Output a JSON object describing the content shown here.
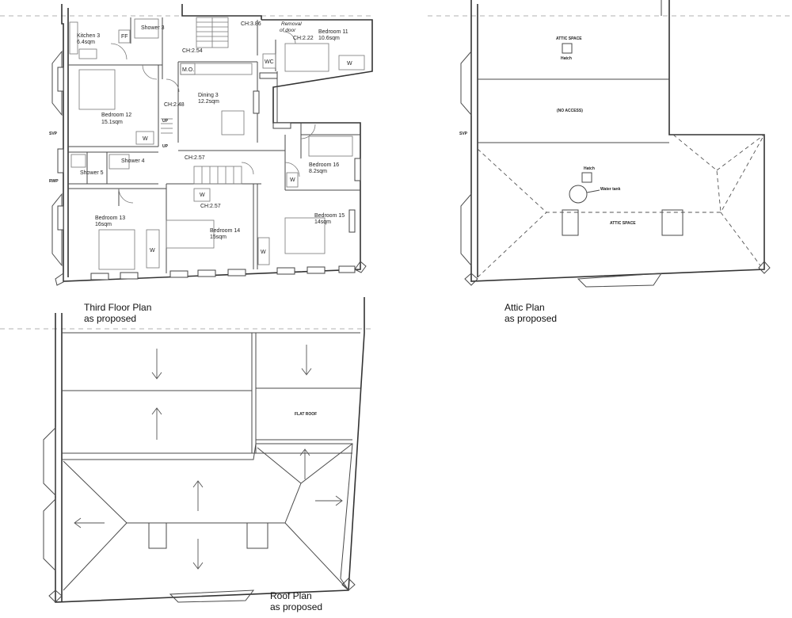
{
  "third_floor": {
    "title": "Third Floor Plan",
    "subtitle": "as proposed",
    "rooms": [
      {
        "name": "Kitchen 3",
        "area": "6.4sqm"
      },
      {
        "name": "Shower 3"
      },
      {
        "name": "Bedroom 11",
        "area": "10.6sqm"
      },
      {
        "name": "Bedroom 12",
        "area": "15.1sqm"
      },
      {
        "name": "Dining 3",
        "area": "12.2sqm"
      },
      {
        "name": "Shower 4"
      },
      {
        "name": "Shower 5"
      },
      {
        "name": "Bedroom 16",
        "area": "8.2sqm"
      },
      {
        "name": "Bedroom 13",
        "area": "16sqm"
      },
      {
        "name": "Bedroom 14",
        "area": "15sqm"
      },
      {
        "name": "Bedroom 15",
        "area": "14sqm"
      }
    ],
    "fixtures": {
      "ff": "FF",
      "mo": "M.O.",
      "wc": "WC",
      "w": "W",
      "up": "UP",
      "svp": "SVP",
      "rwp": "RWP"
    },
    "ceiling_heights": [
      "CH:3.86",
      "CH:2.22",
      "CH:2.54",
      "CH:2.48",
      "CH:2.57",
      "CH:2.57"
    ],
    "removal_note_1": "Removal",
    "removal_note_2": "of door"
  },
  "attic": {
    "title": "Attic Plan",
    "subtitle": "as proposed",
    "labels": {
      "attic_space_top": "ATTIC SPACE",
      "hatch_top": "Hatch",
      "no_access": "(NO ACCESS)",
      "hatch_bottom": "Hatch",
      "water_tank": "Water tank",
      "attic_space_bottom": "ATTIC SPACE",
      "svp": "SVP"
    }
  },
  "roof": {
    "title": "Roof Plan",
    "subtitle": "as proposed",
    "labels": {
      "flat_roof": "FLAT ROOF"
    }
  }
}
